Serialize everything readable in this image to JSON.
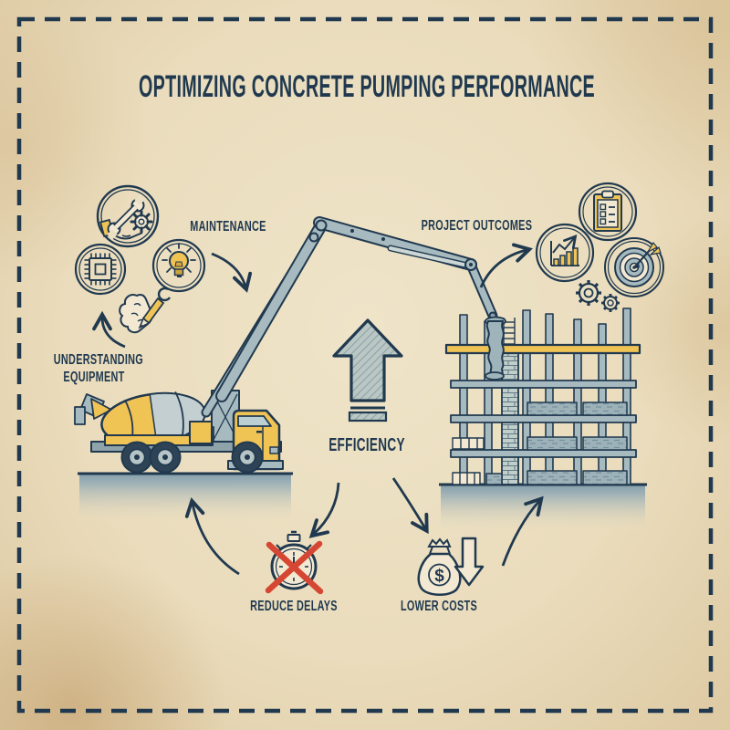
{
  "title": "OPTIMIZING CONCRETE PUMPING PERFORMANCE",
  "labels": {
    "maintenance": "MAINTENANCE",
    "understanding_equipment": "UNDERSTANDING EQUIPMENT",
    "project_outcomes": "PROJECT OUTCOMES",
    "efficiency": "EFFICIENCY",
    "reduce_delays": "REDUCE DELAYS",
    "lower_costs": "LOWER COSTS"
  },
  "money_bag_symbol": "$",
  "icons": {
    "left_cluster": [
      "wrench-hand-icon",
      "microchip-icon",
      "lightbulb-icon",
      "brain-pencil-icon"
    ],
    "right_cluster": [
      "checklist-icon",
      "bar-chart-icon",
      "target-icon",
      "gears-icon"
    ],
    "center": [
      "efficiency-up-arrow-icon"
    ],
    "bottom": [
      "stopwatch-crossed-icon",
      "money-bag-icon",
      "down-arrow-icon"
    ],
    "scene": [
      "concrete-mixer-truck",
      "pump-boom",
      "building-frame"
    ]
  },
  "colors": {
    "background": "#ebdfc1",
    "navy": "#20394f",
    "yellow": "#f0c355",
    "gray_blue": "#a7babf",
    "red": "#d64733",
    "cream": "#f3e9d3"
  }
}
